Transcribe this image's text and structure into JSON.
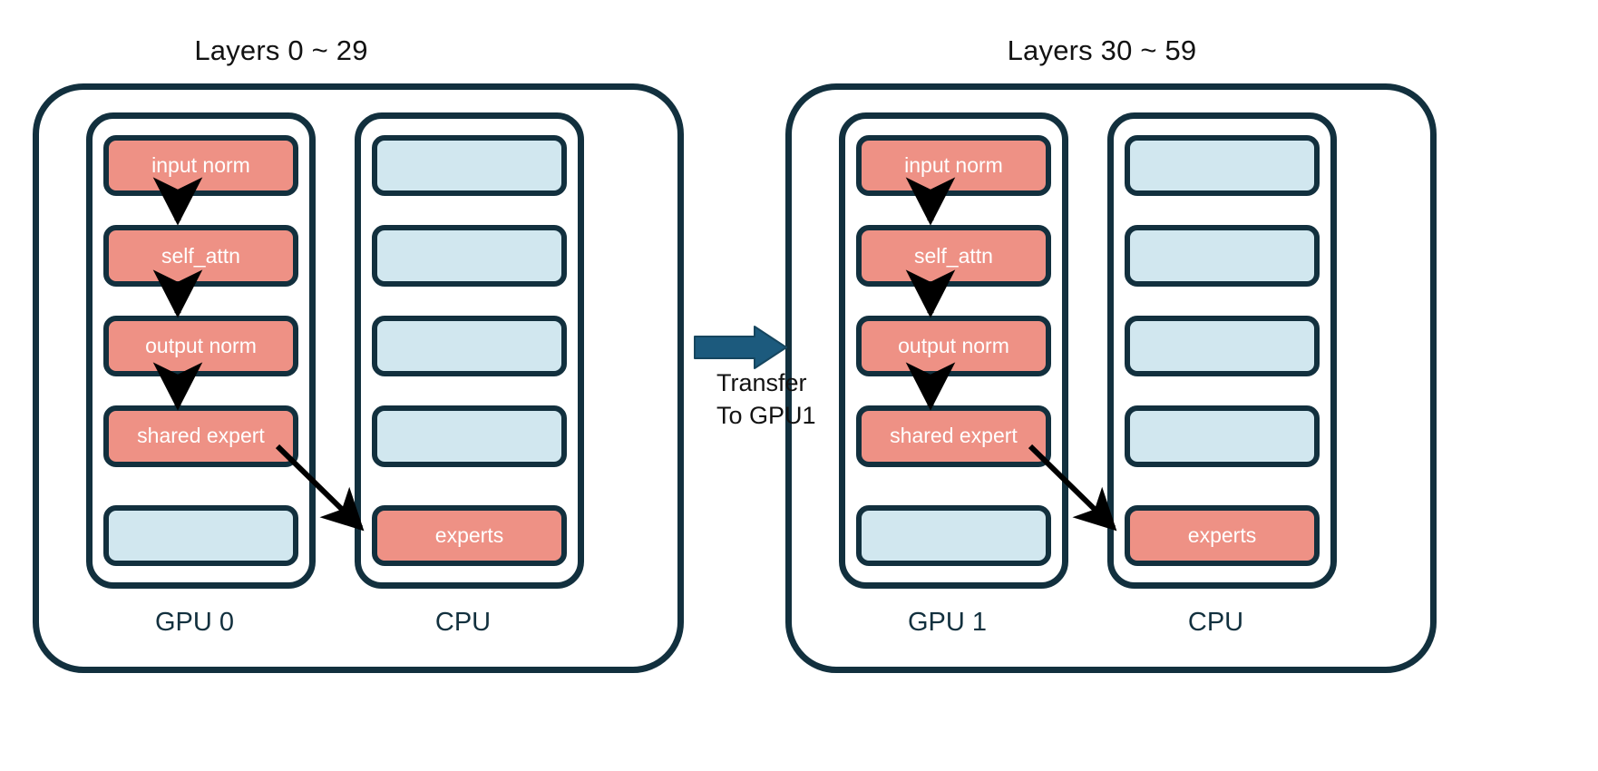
{
  "diagram": {
    "title_left": "Layers 0 ~ 29",
    "title_right": "Layers 30 ~ 59",
    "colors": {
      "border": "#12303E",
      "module_active": "#EE9185",
      "module_idle": "#D1E7EF",
      "transfer_arrow": "#1C5A7D",
      "flow_arrow": "#000000",
      "background": "#FFFFFF"
    },
    "transfer": {
      "line1": "Transfer",
      "line2": "To GPU1",
      "arrow_icon": "right-arrow-icon"
    },
    "panels": [
      {
        "id": "panel-left",
        "title": "Layers 0 ~ 29",
        "device_label": "GPU 0",
        "host_label": "CPU",
        "gpu_column": {
          "label": "GPU 0",
          "slots": [
            {
              "label": "input norm",
              "state": "active"
            },
            {
              "label": "self_attn",
              "state": "active"
            },
            {
              "label": "output norm",
              "state": "active"
            },
            {
              "label": "shared expert",
              "state": "active"
            },
            {
              "label": "",
              "state": "idle"
            }
          ]
        },
        "cpu_column": {
          "label": "CPU",
          "slots": [
            {
              "label": "",
              "state": "idle"
            },
            {
              "label": "",
              "state": "idle"
            },
            {
              "label": "",
              "state": "idle"
            },
            {
              "label": "",
              "state": "idle"
            },
            {
              "label": "experts",
              "state": "active"
            }
          ]
        }
      },
      {
        "id": "panel-right",
        "title": "Layers 30 ~ 59",
        "device_label": "GPU 1",
        "host_label": "CPU",
        "gpu_column": {
          "label": "GPU 1",
          "slots": [
            {
              "label": "input norm",
              "state": "active"
            },
            {
              "label": "self_attn",
              "state": "active"
            },
            {
              "label": "output norm",
              "state": "active"
            },
            {
              "label": "shared expert",
              "state": "active"
            },
            {
              "label": "",
              "state": "idle"
            }
          ]
        },
        "cpu_column": {
          "label": "CPU",
          "slots": [
            {
              "label": "",
              "state": "idle"
            },
            {
              "label": "",
              "state": "idle"
            },
            {
              "label": "",
              "state": "idle"
            },
            {
              "label": "",
              "state": "idle"
            },
            {
              "label": "experts",
              "state": "active"
            }
          ]
        }
      }
    ],
    "flow_arrows": [
      {
        "from": "input norm",
        "to": "self_attn"
      },
      {
        "from": "self_attn",
        "to": "output norm"
      },
      {
        "from": "output norm",
        "to": "shared expert"
      },
      {
        "from": "shared expert",
        "to": "experts"
      }
    ]
  }
}
